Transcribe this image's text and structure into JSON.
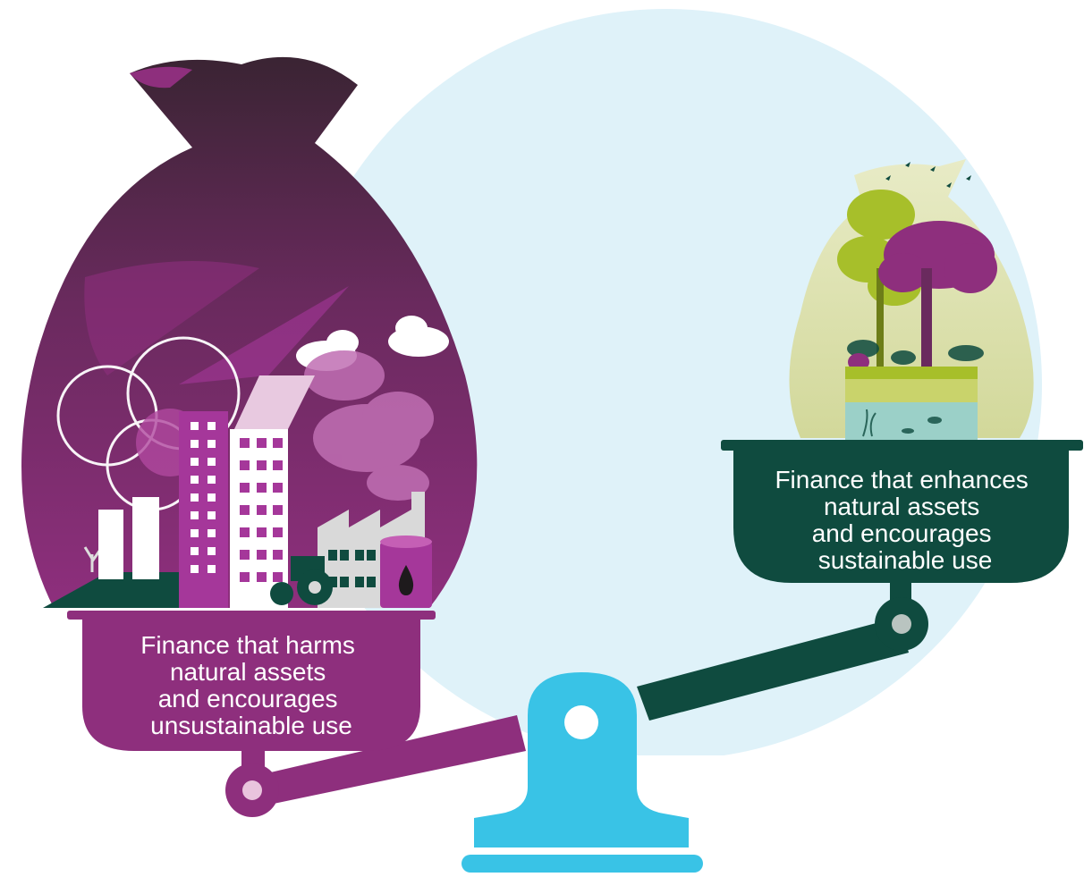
{
  "left_pan": {
    "label_lines": [
      "Finance that harms",
      "natural assets",
      "and encourages",
      "unsustainable use"
    ],
    "color": "#8e2f7d"
  },
  "right_pan": {
    "label_lines": [
      "Finance that enhances",
      "natural assets",
      "and encourages",
      "sustainable use"
    ],
    "color": "#0f4b3f"
  },
  "colors": {
    "background_circle": "#dff2f9",
    "fulcrum": "#39c3e6",
    "left_bag_top": "#3b2534",
    "left_bag_bottom": "#8e2f7d",
    "right_bag": "#d6dca0",
    "tree_green": "#a7bf2a",
    "tree_purple": "#8e2f7d"
  },
  "icons": {
    "left_bag": "money-bag-industry-icon",
    "right_bag": "money-bag-nature-icon",
    "fulcrum": "scale-fulcrum-icon"
  }
}
